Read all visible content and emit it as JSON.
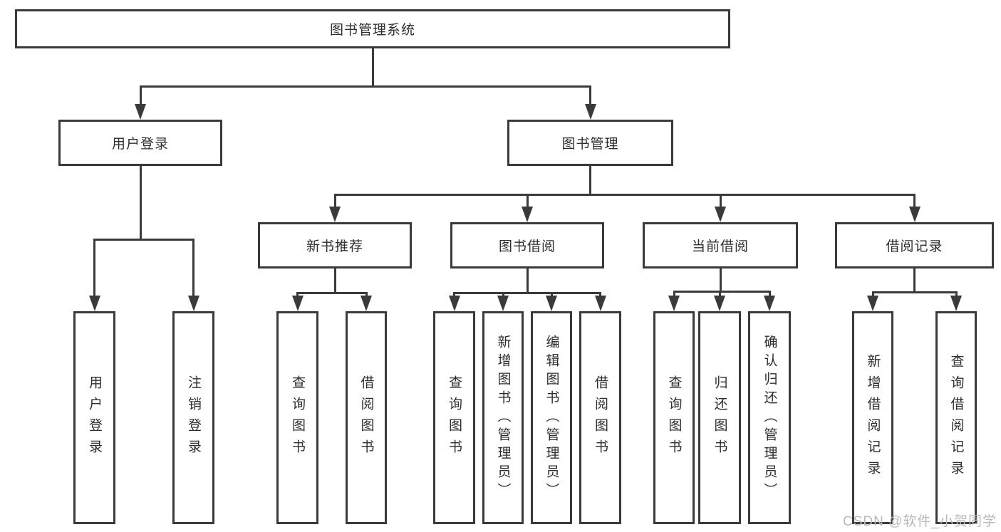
{
  "diagram": {
    "root": {
      "id": "system",
      "label": "图书管理系统",
      "children": [
        {
          "id": "user-login",
          "label": "用户登录",
          "children": [
            {
              "id": "user-login-leaf",
              "label": "用户登录"
            },
            {
              "id": "logout-leaf",
              "label": "注销登录"
            }
          ]
        },
        {
          "id": "book-management",
          "label": "图书管理",
          "children": [
            {
              "id": "new-book",
              "label": "新书推荐",
              "children": [
                {
                  "id": "new-book-query",
                  "label": "查询图书"
                },
                {
                  "id": "new-book-borrow",
                  "label": "借阅图书"
                }
              ]
            },
            {
              "id": "book-borrow",
              "label": "图书借阅",
              "children": [
                {
                  "id": "book-borrow-query",
                  "label": "查询图书"
                },
                {
                  "id": "book-borrow-add",
                  "label": "新增图书（管理员）"
                },
                {
                  "id": "book-borrow-edit",
                  "label": "编辑图书（管理员）"
                },
                {
                  "id": "book-borrow-borrow",
                  "label": "借阅图书"
                }
              ]
            },
            {
              "id": "current-borrow",
              "label": "当前借阅",
              "children": [
                {
                  "id": "current-borrow-query",
                  "label": "查询图书"
                },
                {
                  "id": "current-borrow-return",
                  "label": "归还图书"
                },
                {
                  "id": "current-borrow-confirm",
                  "label": "确认归还（管理员）"
                }
              ]
            },
            {
              "id": "borrow-records",
              "label": "借阅记录",
              "children": [
                {
                  "id": "borrow-records-add",
                  "label": "新增借阅记录"
                },
                {
                  "id": "borrow-records-query",
                  "label": "查询借阅记录"
                }
              ]
            }
          ]
        }
      ]
    }
  },
  "watermark": {
    "text": "CSDN @软件_小贺同学"
  },
  "colors": {
    "line": "#3a3a3a",
    "text": "#2d2d2d",
    "background": "#ffffff",
    "watermark": "#b9b9b9"
  }
}
